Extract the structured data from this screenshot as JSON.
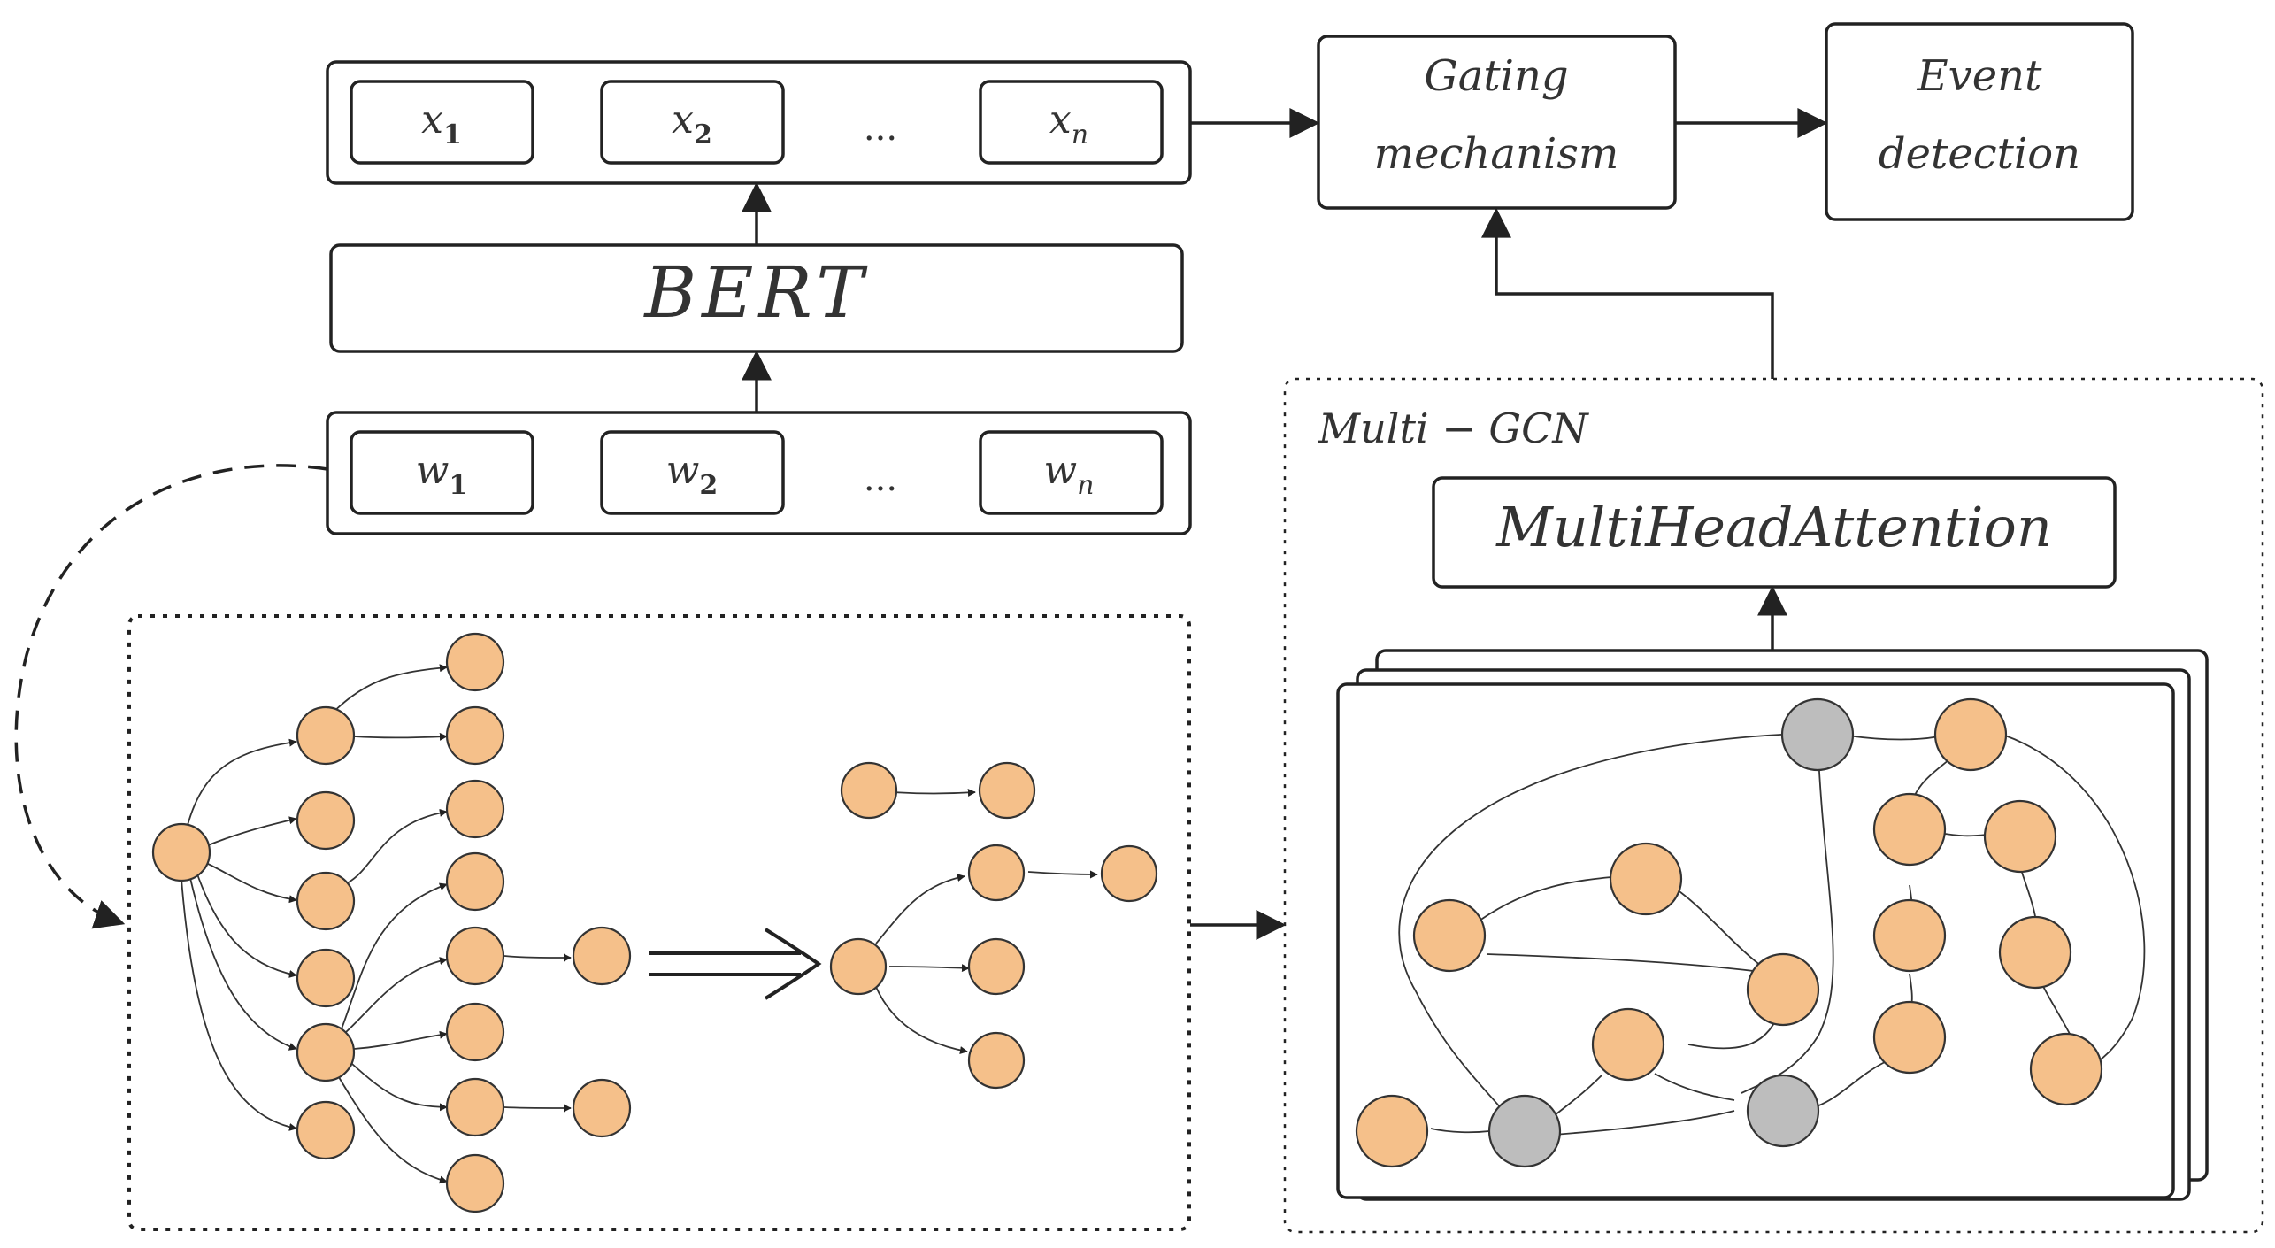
{
  "inputs": {
    "x": [
      {
        "base": "x",
        "sub": "1"
      },
      {
        "base": "x",
        "sub": "2"
      },
      {
        "ellipsis": "..."
      },
      {
        "base": "x",
        "sub": "n"
      }
    ],
    "w": [
      {
        "base": "w",
        "sub": "1"
      },
      {
        "base": "w",
        "sub": "2"
      },
      {
        "ellipsis": "..."
      },
      {
        "base": "w",
        "sub": "n"
      }
    ]
  },
  "bert": {
    "label": "BERT"
  },
  "gating": {
    "line1": "Gating",
    "line2": "mechanism"
  },
  "event": {
    "line1": "Event",
    "line2": "detection"
  },
  "gcn": {
    "title": "Multi − GCN",
    "attention": "MultiHeadAttention"
  },
  "colors": {
    "node": "#f5c08a",
    "node_gray": "#bdbdbd",
    "stroke": "#222222"
  }
}
